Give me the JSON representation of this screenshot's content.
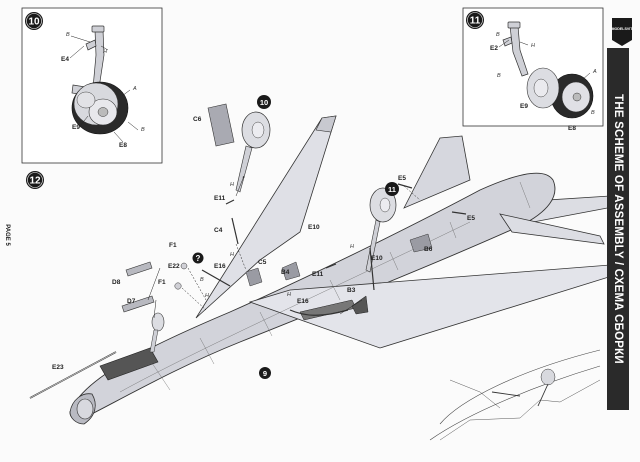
{
  "page_label": "PAGE 5",
  "section_title": "THE SCHEME OF ASSEMBLY / СХЕМА СБОРКИ",
  "steps": [
    "10",
    "11",
    "12",
    "9"
  ],
  "parts": {
    "inset10": {
      "E4": "E4",
      "E9": "E9",
      "E8": "E8"
    },
    "inset11": {
      "E2": "E2",
      "E9": "E9",
      "E8": "E8"
    },
    "main": {
      "C6": "C6",
      "C4": "C4",
      "E11a": "E11",
      "E11b": "E11",
      "E10a": "E10",
      "E10b": "E10",
      "E16a": "E16",
      "E16b": "E16",
      "E22": "E22",
      "F1a": "F1",
      "F1b": "F1",
      "D8": "D8",
      "D7": "D7",
      "E23": "E23",
      "C5": "C5",
      "B4": "B4",
      "B3": "B3",
      "B6": "B6",
      "E5a": "E5",
      "E5b": "E5"
    }
  },
  "paint_codes": {
    "A": "A",
    "B": "B",
    "H": "H"
  },
  "unknown_marker": "?",
  "brand_text": "MODELSVIT"
}
